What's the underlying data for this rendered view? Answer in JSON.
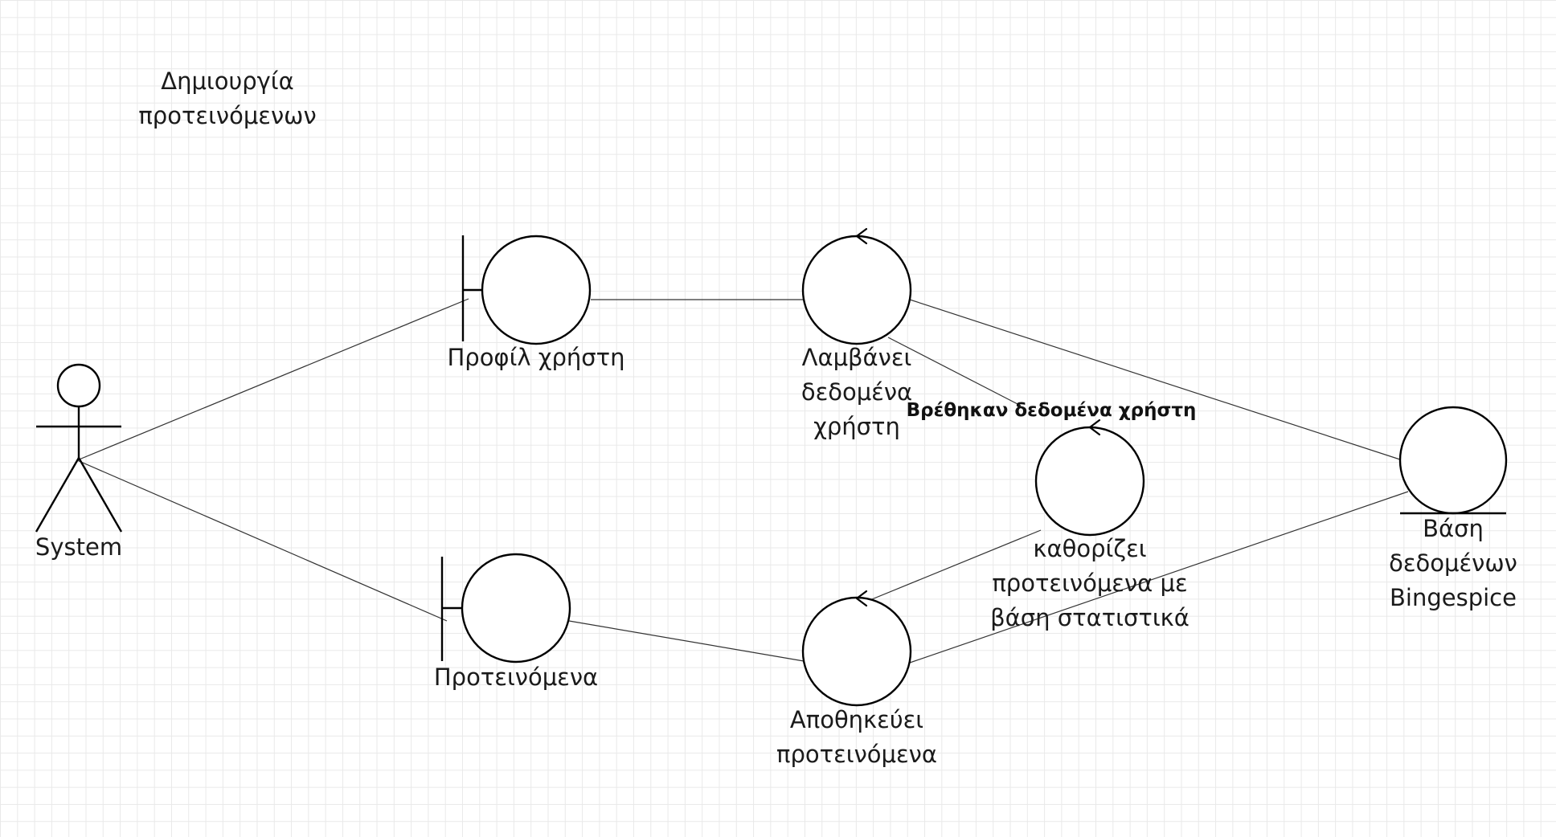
{
  "diagram": {
    "title": "Δημιουργία\nπροτεινόμενων",
    "actor": {
      "label": "System"
    },
    "boundaries": [
      {
        "label": "Προφίλ χρήστη"
      },
      {
        "label": "Προτεινόμενα"
      }
    ],
    "controls": [
      {
        "label": "Λαμβάνει\nδεδομένα\nχρήστη"
      },
      {
        "label": "καθορίζει\nπροτεινόμενα με\nβάση στατιστικά"
      },
      {
        "label": "Αποθηκεύει\nπροτεινόμενα"
      }
    ],
    "entity": {
      "label": "Βάση\nδεδομένων\nBingespice"
    },
    "edge_labels": [
      {
        "label": "Βρέθηκαν δεδομένα χρήστη"
      }
    ]
  },
  "colors": {
    "background": "#ffffff",
    "grid": "#e9e9e9",
    "stroke": "#000000",
    "text": "#1a1a1a"
  }
}
